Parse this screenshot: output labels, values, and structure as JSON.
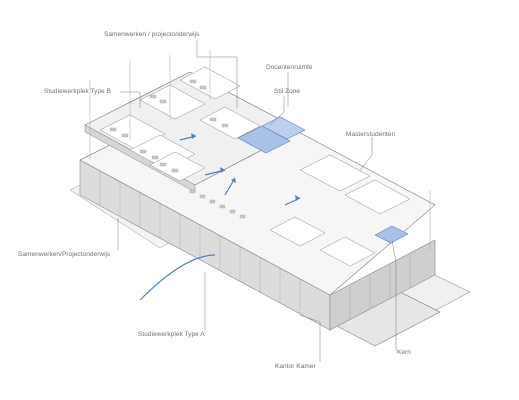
{
  "colors": {
    "background": "#ffffff",
    "structure_fill": "#ececec",
    "structure_line": "#8a8a8a",
    "highlight": "#a9c1e6",
    "arrow": "#4f7fc4",
    "leader": "#7a7a7a"
  },
  "labels": {
    "samenwerken_top": "Samenwerken / projectonderwijs",
    "docentenruimte": "Docentenruimte",
    "stil_zone": "Stil Zone",
    "studiewerkplek_b": "Studiewerkplek Type B",
    "masterstudenten": "Masterstudenten",
    "samenwerken_left": "Samenwerken/Projectonderwijs",
    "studiewerkplek_a": "Studiewerkplek Type A",
    "kern": "Kern",
    "kantoor_kamer": "Kantor Kamer"
  }
}
